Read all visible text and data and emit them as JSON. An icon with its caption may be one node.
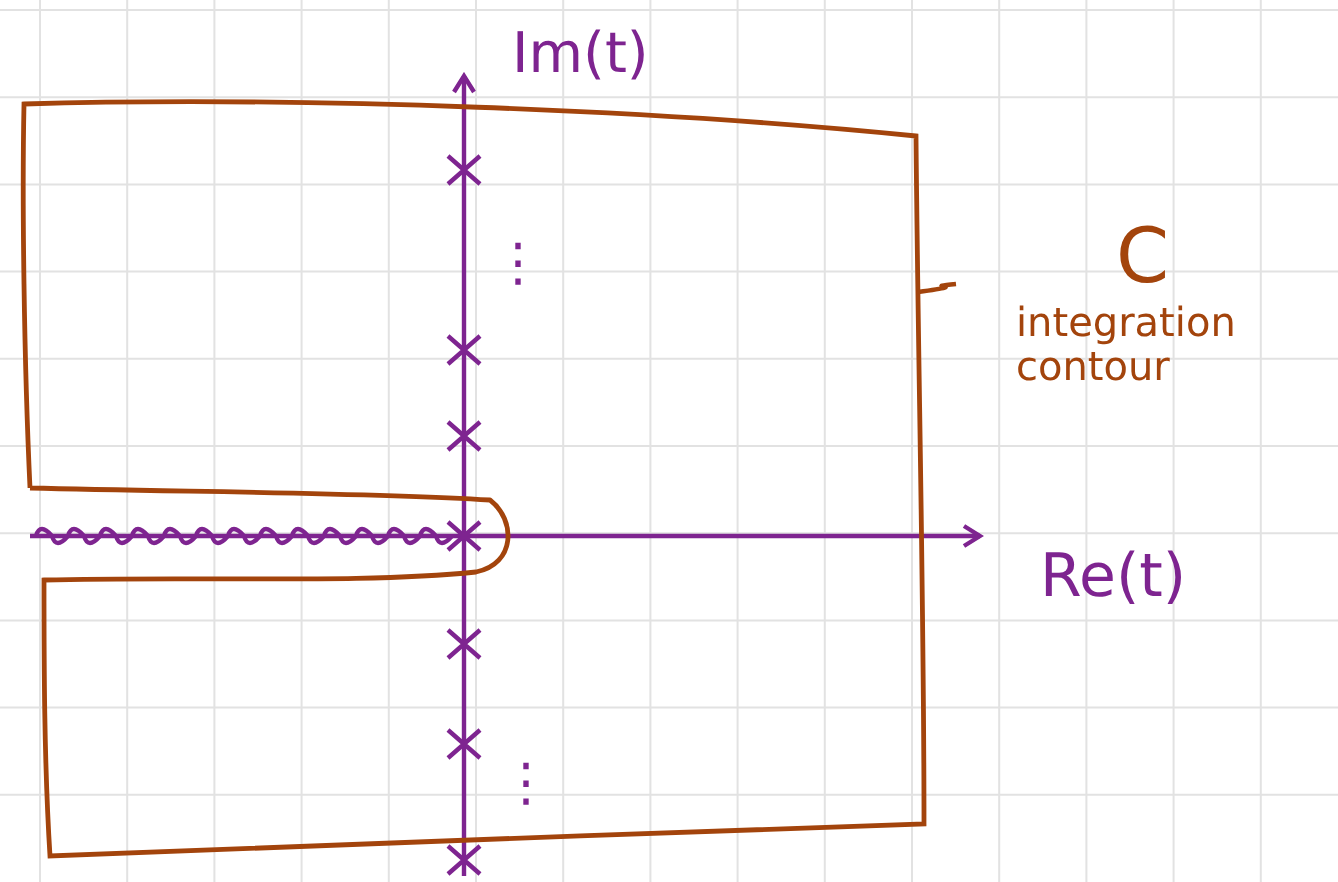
{
  "diagram": {
    "nodes": [
      {
        "text": [
          "C",
          "integration contour"
        ]
      },
      {
        "text": [],
        "shape": "curve"
      }
    ],
    "edges": [
      {
        "from": 0,
        "to": 1,
        "arrow": "none"
      }
    ],
    "labels": [
      "Im(t)",
      "⋮",
      "Re(t)",
      "⋮"
    ]
  }
}
